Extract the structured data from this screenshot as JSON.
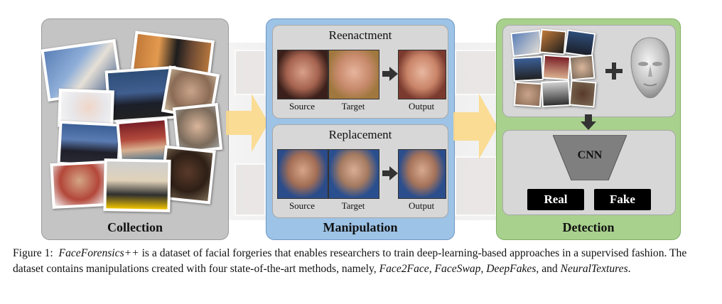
{
  "panels": {
    "collection": "Collection",
    "manipulation": "Manipulation",
    "detection": "Detection"
  },
  "reenactment": {
    "title": "Reenactment",
    "source": "Source",
    "target": "Target",
    "output": "Output"
  },
  "replacement": {
    "title": "Replacement",
    "source": "Source",
    "target": "Target",
    "output": "Output"
  },
  "detection": {
    "cnn": "CNN",
    "real": "Real",
    "fake": "Fake"
  },
  "caption": {
    "label": "Figure 1:",
    "name": "FaceForensics++",
    "t1": " is a dataset of facial forgeries that enables researchers to train deep-learning-based approaches in a supervised fashion. The dataset contains manipulations created with four state-of-the-art methods, namely, ",
    "m1": "Face2Face",
    "s1": ", ",
    "m2": "FaceSwap",
    "s2": ", ",
    "m3": "DeepFakes",
    "s3": ", and ",
    "m4": "NeuralTextures",
    "end": "."
  },
  "colors": {
    "collection_bg": "#c4c4c4",
    "manipulation_bg": "#9dc3e6",
    "detection_bg": "#a9d18e",
    "arrow": "#fbd98a"
  }
}
